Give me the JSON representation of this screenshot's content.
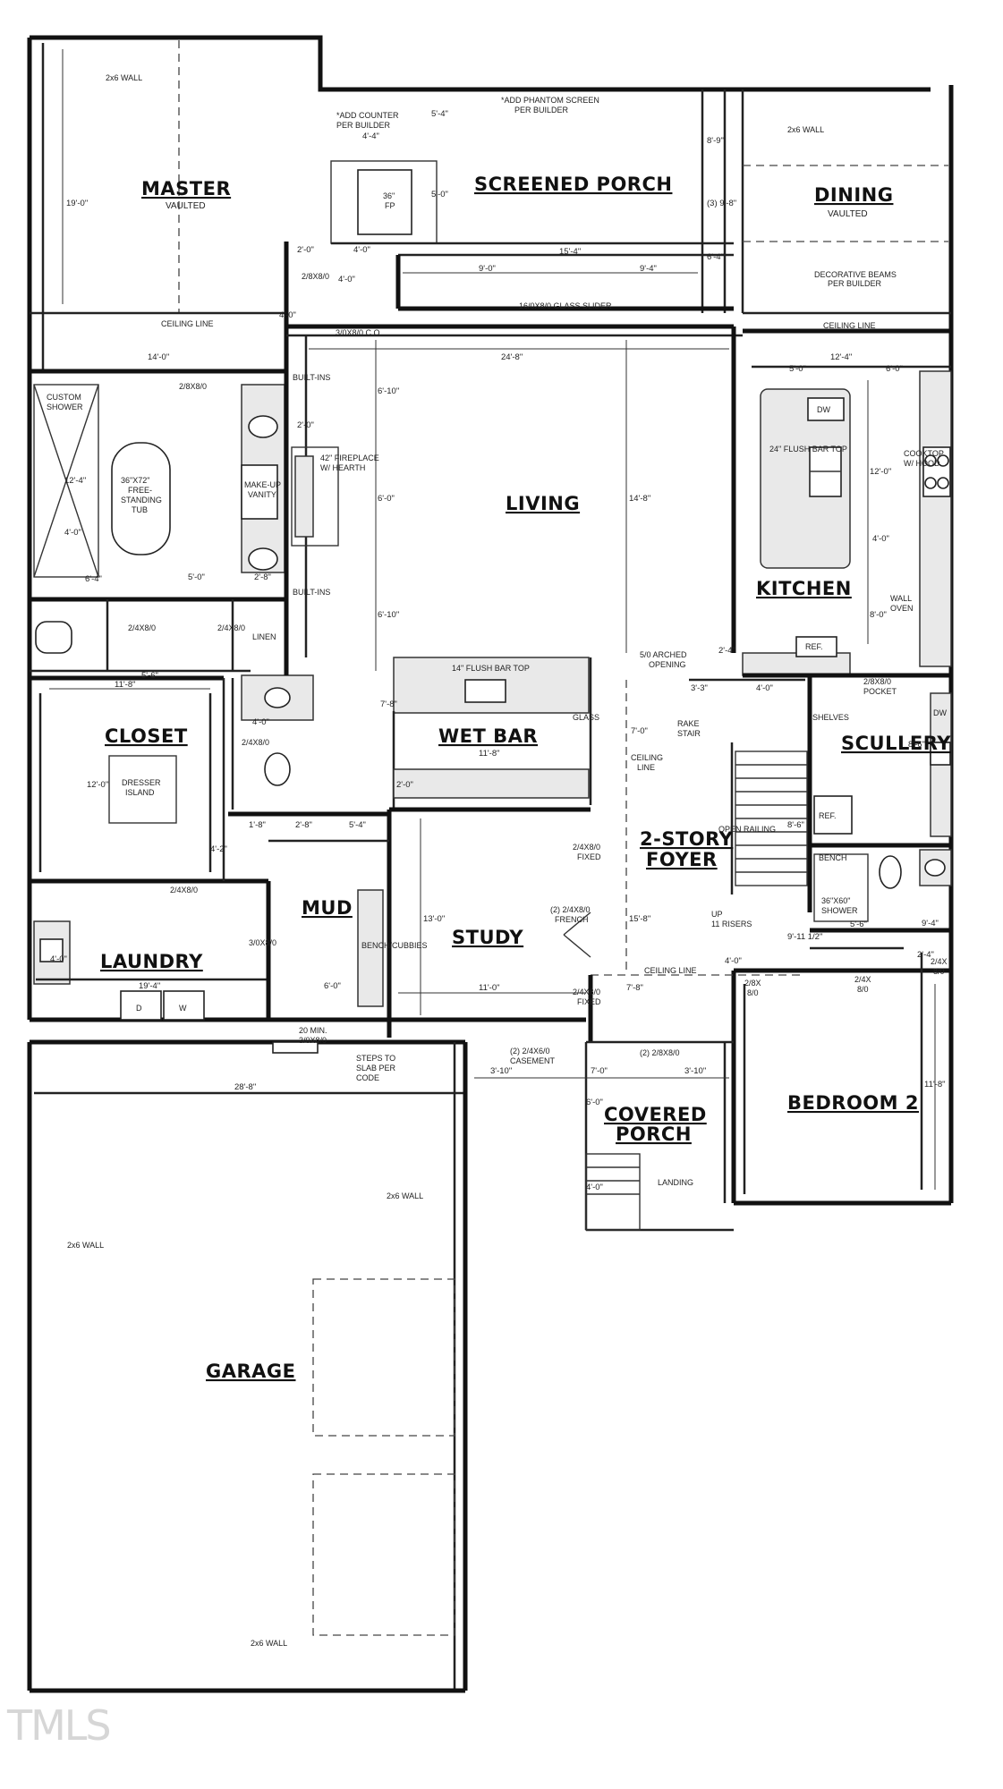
{
  "rooms": {
    "master": "MASTER",
    "master_sub": "VAULTED",
    "screened_porch": "SCREENED PORCH",
    "dining": "DINING",
    "dining_sub": "VAULTED",
    "living": "LIVING",
    "kitchen": "KITCHEN",
    "closet": "CLOSET",
    "wet_bar": "WET BAR",
    "scullery": "SCULLERY",
    "foyer_line1": "2-STORY",
    "foyer_line2": "FOYER",
    "mud": "MUD",
    "study": "STUDY",
    "laundry": "LAUNDRY",
    "covered_porch_line1": "COVERED",
    "covered_porch_line2": "PORCH",
    "bedroom2": "BEDROOM 2",
    "garage": "GARAGE"
  },
  "notes": {
    "wall_2x6_a": "2x6 WALL",
    "wall_2x6_b": "2x6 WALL",
    "wall_2x6_c": "2x6 WALL",
    "wall_2x6_d": "2x6 WALL",
    "wall_2x6_e": "2x6 WALL",
    "add_counter_1": "*ADD COUNTER",
    "add_counter_2": "PER BUILDER",
    "phantom_1": "*ADD PHANTOM SCREEN",
    "phantom_2": "PER BUILDER",
    "fp36_1": "36\"",
    "fp36_2": "FP",
    "decorative_1": "DECORATIVE BEAMS",
    "decorative_2": "PER BUILDER",
    "ceiling_line_master": "CEILING LINE",
    "ceiling_line_dining": "CEILING LINE",
    "ceiling_line_foyer_1": "CEILING",
    "ceiling_line_foyer_2": "LINE",
    "ceiling_line_study": "CEILING LINE",
    "glass_slider": "16/0X8/0 GLASS SLIDER",
    "door_3080_living": "3/0X8/0 C.O.",
    "door_2880_master": "2/8X8/0",
    "door_2880_bath": "2/8X8/0",
    "custom_shower_1": "CUSTOM",
    "custom_shower_2": "SHOWER",
    "tub_1": "36\"X72\"",
    "tub_2": "FREE-",
    "tub_3": "STANDING",
    "tub_4": "TUB",
    "makeup_1": "MAKE-UP",
    "makeup_2": "VANITY",
    "builtins_1": "BUILT-INS",
    "builtins_2": "BUILT-INS",
    "fireplace_1": "42\" FIREPLACE",
    "fireplace_2": "W/ HEARTH",
    "flush_bar_top": "24\" FLUSH BAR TOP",
    "dw_1": "DW",
    "dw_2": "DW",
    "cooktop_1": "COOKTOP",
    "cooktop_2": "W/ HOOD",
    "wall_oven_1": "WALL",
    "wall_oven_2": "OVEN",
    "ref_1": "REF.",
    "ref_2": "REF.",
    "linen": "LINEN",
    "door_2480_a": "2/4X8/0",
    "door_2480_b": "2/4X8/0",
    "door_2480_c": "2/4X8/0",
    "door_2480_d": "2/4X8/0",
    "flush_bar_wet": "14\" FLUSH BAR TOP",
    "arched_1": "5/0 ARCHED",
    "arched_2": "OPENING",
    "pocket_1": "2/8X8/0",
    "pocket_2": "POCKET",
    "shelves": "SHELVES",
    "rake_1": "RAKE",
    "rake_2": "STAIR",
    "open_railing": "OPEN RAILING",
    "up_risers_1": "UP",
    "up_risers_2": "11 RISERS",
    "dresser_1": "DRESSER",
    "dresser_2": "ISLAND",
    "glass_wall": "GLASS",
    "bench_1": "BENCH",
    "bench_mud": "BENCH/CUBBIES",
    "shower_1": "36\"X60\"",
    "shower_2": "SHOWER",
    "french_1": "(2) 2/4X8/0",
    "french_2": "FRENCH",
    "fixed_1": "2/4X8/0",
    "fixed_2": "FIXED",
    "fixed_3": "2/4X8/0",
    "fixed_4": "FIXED",
    "door_3080_mud": "3/0X8/0",
    "door_20min_1": "20 MIN.",
    "door_20min_2": "3/0X8/0",
    "steps_1": "STEPS TO",
    "steps_2": "SLAB PER",
    "steps_3": "CODE",
    "casement_1": "(2) 2/4X6/0",
    "casement_2": "CASEMENT",
    "porch_door": "(2) 2/8X8/0",
    "landing": "LANDING",
    "bed_door_1": "2/8X",
    "bed_door_2": "8/0",
    "bed_door_3": "2/4X",
    "bed_door_4": "8/0",
    "bed_door_5": "2/4X",
    "bed_door_6": "8/0",
    "washer": "W",
    "dryer": "D",
    "flush_bar_kitchen": "24\" FLUSH BAR TOP"
  },
  "dims": {
    "d01": "19'-0\"",
    "d02": "14'-0\"",
    "d03": "5'-4\"",
    "d04": "4'-4\"",
    "d05": "5'-0\"",
    "d06": "2'-0\"",
    "d07": "4'-0\"",
    "d08": "15'-4\"",
    "d09": "9'-0\"",
    "d10": "9'-4\"",
    "d11": "8'-9\"",
    "d12": "(3) 9'-8\"",
    "d13": "4'-0\"",
    "d14": "6'-4\"",
    "d15": "24'-8\"",
    "d16": "12'-4\"",
    "d17": "5'-0\"",
    "d18": "6'-0\"",
    "d19": "6'-10\"",
    "d20": "6'-0\"",
    "d21": "6'-10\"",
    "d22": "14'-8\"",
    "d23": "12'-0\"",
    "d24": "4'-0\"",
    "d25": "8'-0\"",
    "d26": "5'-0\"",
    "d27": "6'-4\"",
    "d28": "2'-8\"",
    "d29": "4'-0\"",
    "d30": "12'-4\"",
    "d31": "11'-8\"",
    "d32": "12'-0\"",
    "d33": "4'-0\"",
    "d34": "11'-8\"",
    "d35": "7'-8\"",
    "d36": "2'-0\"",
    "d37": "7'-0\"",
    "d38": "4'-0\"",
    "d39": "3'-3\"",
    "d40": "1'-8\"",
    "d41": "2'-8\"",
    "d42": "5'-4\"",
    "d43": "8'-6\"",
    "d44": "13'-0\"",
    "d45": "15'-8\"",
    "d46": "19'-4\"",
    "d47": "6'-0\"",
    "d48": "11'-0\"",
    "d49": "7'-8\"",
    "d50": "4'-0\"",
    "d51": "9'-11 1/2\"",
    "d52": "5'-6\"",
    "d53": "9'-4\"",
    "d54": "28'-8\"",
    "d55": "3'-10\"",
    "d56": "7'-0\"",
    "d57": "3'-10\"",
    "d58": "6'-0\"",
    "d59": "4'-0\"",
    "d60": "11'-8\"",
    "d61": "2'-4\"",
    "d62": "4'-0\"",
    "d63": "2'-4\"",
    "d64": "4'-0\"",
    "d65": "4'-2\"",
    "d66": "8'-6\"",
    "d67": "2'-0\"",
    "d68": "5'-6\""
  },
  "logo": "TMLS"
}
